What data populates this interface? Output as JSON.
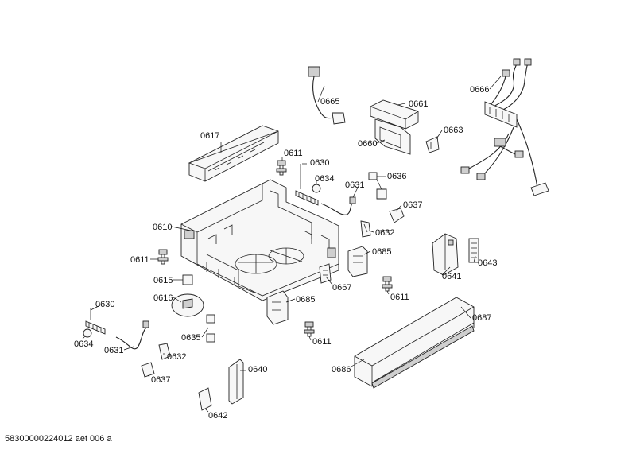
{
  "diagram": {
    "footer": "58300000224012 aet 006 a",
    "labels": {
      "p0610": "0610",
      "p0611a": "0611",
      "p0611b": "0611",
      "p0611c": "0611",
      "p0611d": "0611",
      "p0615": "0615",
      "p0616": "0616",
      "p0617": "0617",
      "p0630a": "0630",
      "p0630b": "0630",
      "p0631a": "0631",
      "p0631b": "0631",
      "p0632a": "0632",
      "p0632b": "0632",
      "p0634a": "0634",
      "p0634b": "0634",
      "p0635": "0635",
      "p0636": "0636",
      "p0637a": "0637",
      "p0637b": "0637",
      "p0640": "0640",
      "p0641": "0641",
      "p0642": "0642",
      "p0643": "0643",
      "p0660": "0660",
      "p0661": "0661",
      "p0663": "0663",
      "p0665": "0665",
      "p0666": "0666",
      "p0667": "0667",
      "p0685a": "0685",
      "p0685b": "0685",
      "p0686": "0686",
      "p0687": "0687"
    }
  }
}
